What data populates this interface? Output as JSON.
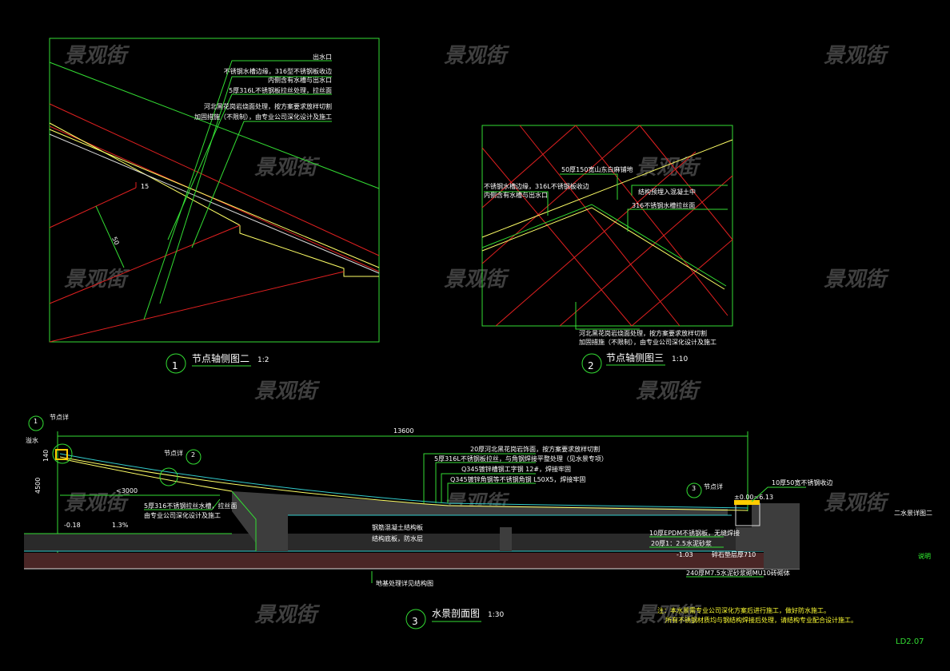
{
  "watermark": "景观街",
  "view1": {
    "number": "1",
    "title": "节点轴侧图二",
    "scale": "1:2",
    "labels": [
      "出水口",
      "不锈钢水槽边缘，316型不锈钢板收边",
      "内侧含有水槽与出水口",
      "5厚316L不锈钢板拉丝处理，拉丝面",
      "河北黑花岗岩烧面处理，按方案要求放样切割",
      "加固措施（不限制），由专业公司深化设计及施工"
    ],
    "dim_a": "15",
    "dim_b": "50"
  },
  "view2": {
    "number": "2",
    "title": "节点轴侧图三",
    "scale": "1:10",
    "labels": [
      "50厚150宽山东白麻铺地",
      "不锈钢水槽边缘，316L不锈钢板收边",
      "内侧含有水槽与出水口",
      "结构预埋入混凝土中",
      "316不锈钢水槽拉丝面",
      "河北黑花岗岩烧面处理，按方案要求放样切割",
      "加固措施（不限制），由专业公司深化设计及施工"
    ]
  },
  "view3": {
    "number": "3",
    "title": "水景剖面图",
    "scale": "1:30",
    "overall_dim": "13600",
    "slope_dim": "<3000",
    "height_dim": "4500",
    "small_dim": "140",
    "elev_left": "-0.18",
    "slope": "1.3%",
    "elev_top": "±0.00=6.13",
    "elev_bottom": "-1.03",
    "callouts": [
      {
        "num": "1",
        "label": "节点详"
      },
      {
        "num": "2",
        "label": "节点详"
      },
      {
        "num": "3",
        "label": "节点详"
      }
    ],
    "left_label": "溢水",
    "labels_top": [
      "20厚河北黑花岗岩饰面，按方案要求放样切割",
      "5厚316L不锈钢板拉丝，与角钢焊接平整处理（见水景专项）",
      "Q345镀锌槽钢工字钢 12#，焊接牢固",
      "Q345镀锌角钢等不锈钢角钢 L50X5，焊接牢固"
    ],
    "labels_left": [
      "5厚316不锈钢拉丝水槽，拉丝面",
      "由专业公司深化设计及施工"
    ],
    "labels_mid": [
      "钢筋混凝土结构板",
      "结构底板，防水层",
      "地基处理详见结构图"
    ],
    "labels_right": [
      "10厚50宽不锈钢收边",
      "10厚EPDM不锈钢板，无缝焊接",
      "20厚1：2.5水泥砂浆",
      "碎石垫层厚710",
      "240厚M7.5水泥砂浆砌MU10砖砌体"
    ],
    "notes": [
      "注：本水景需专业公司深化方案后进行施工，做好防水施工。",
      "所有不锈钢材质均与钢结构焊接后处理，请结构专业配合设计施工。"
    ]
  },
  "sheet": {
    "side_title": "二水景详图二",
    "side_note": "说明",
    "sheet_number": "LD2.07"
  }
}
